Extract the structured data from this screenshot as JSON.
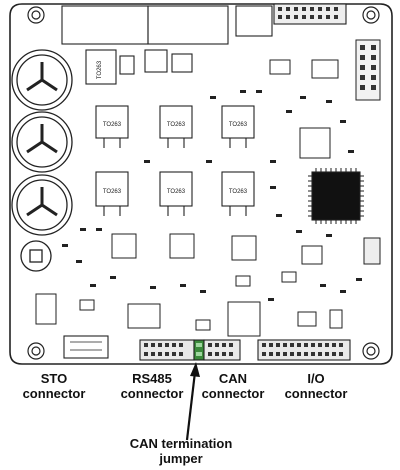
{
  "board": {
    "component_marks": [
      "TO263",
      "TO263",
      "TO263",
      "TO263",
      "TO263",
      "TO263",
      "TO263"
    ]
  },
  "labels": {
    "sto": {
      "line1": "STO",
      "line2": "connector"
    },
    "rs485": {
      "line1": "RS485",
      "line2": "connector"
    },
    "can": {
      "line1": "CAN",
      "line2": "connector"
    },
    "io": {
      "line1": "I/O",
      "line2": "connector"
    },
    "can_jumper": {
      "line1": "CAN termination",
      "line2": "jumper"
    }
  },
  "colors": {
    "outline": "#222222",
    "jumper": "#3a8a3a",
    "background": "#ffffff"
  }
}
